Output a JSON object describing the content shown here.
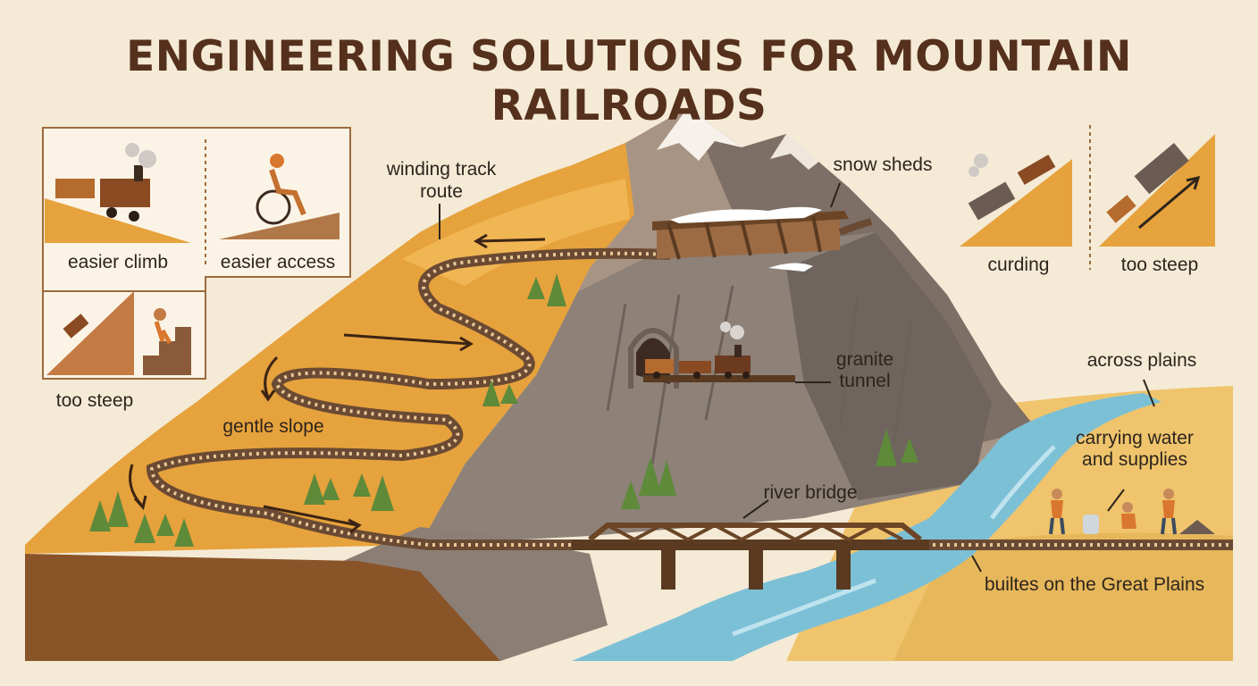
{
  "title": "ENGINEERING SOLUTIONS FOR MOUNTAIN RAILROADS",
  "panels": {
    "easier_climb": "easier climb",
    "easier_access": "easier access",
    "too_steep_left": "too steep",
    "curding": "curding",
    "too_steep_right": "too steep"
  },
  "labels": {
    "winding_track_line1": "winding track",
    "winding_track_line2": "route",
    "snow_sheds": "snow sheds",
    "granite_line1": "granite",
    "granite_line2": "tunnel",
    "gentle_slope": "gentle slope",
    "across_plains": "across plains",
    "carrying_line1": "carrying water",
    "carrying_line2": "and supplies",
    "river_bridge": "river bridge",
    "builtes": "builtes on the Great Plains"
  },
  "colors": {
    "background": "#f4ead6",
    "title": "#55301c",
    "slope_orange": "#e6a23c",
    "rock_gray": "#8b7e74",
    "river_blue": "#7cc0d6",
    "plains_sand": "#efc46c",
    "track_brown": "#6b4a33"
  }
}
